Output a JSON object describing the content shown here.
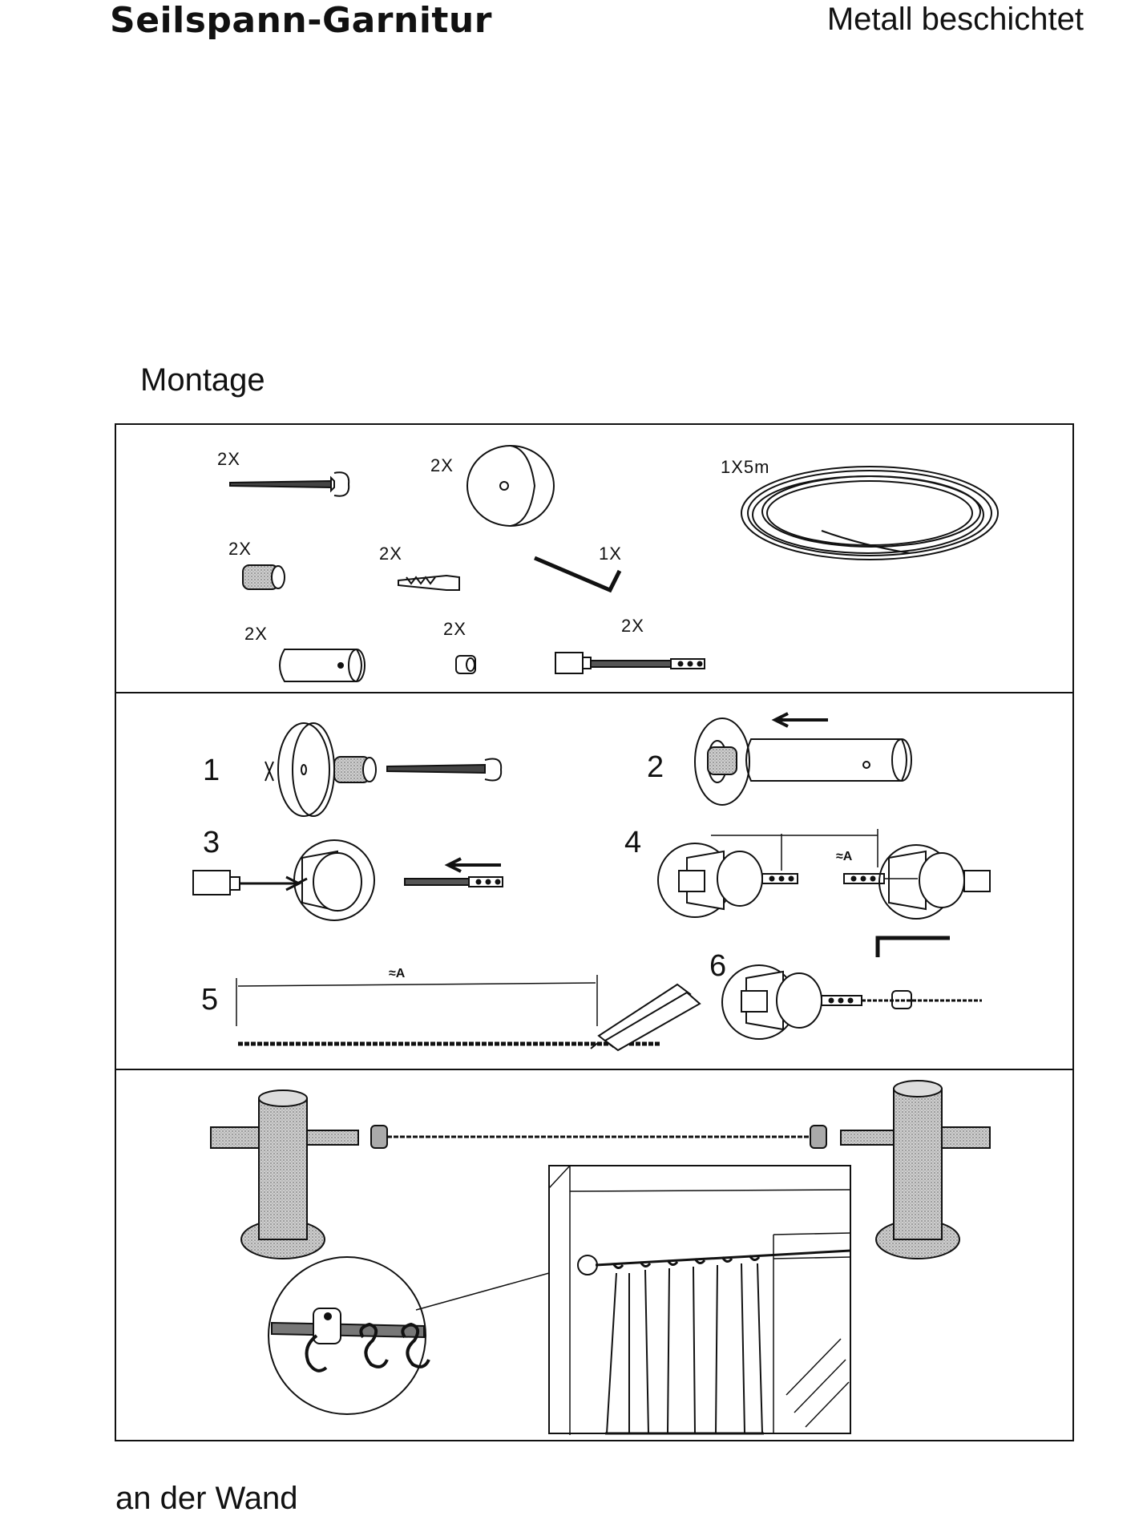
{
  "header": {
    "title": "Seilspann-Garnitur",
    "subtitle": "Metall beschichtet"
  },
  "section_heading": "Montage",
  "parts": [
    {
      "name": "screw",
      "qty": "2X"
    },
    {
      "name": "wall-disc",
      "qty": "2X"
    },
    {
      "name": "cable-coil",
      "qty": "1X5m"
    },
    {
      "name": "threaded-sleeve",
      "qty": "2X"
    },
    {
      "name": "wall-plug",
      "qty": "2X"
    },
    {
      "name": "allen-key",
      "qty": "1X"
    },
    {
      "name": "holder-cylinder",
      "qty": "2X"
    },
    {
      "name": "clamp-ring",
      "qty": "2X"
    },
    {
      "name": "tension-rod",
      "qty": "2X"
    }
  ],
  "steps": [
    "1",
    "2",
    "3",
    "4",
    "5",
    "6"
  ],
  "dimension_label": "≈A",
  "footer": "an der Wand"
}
